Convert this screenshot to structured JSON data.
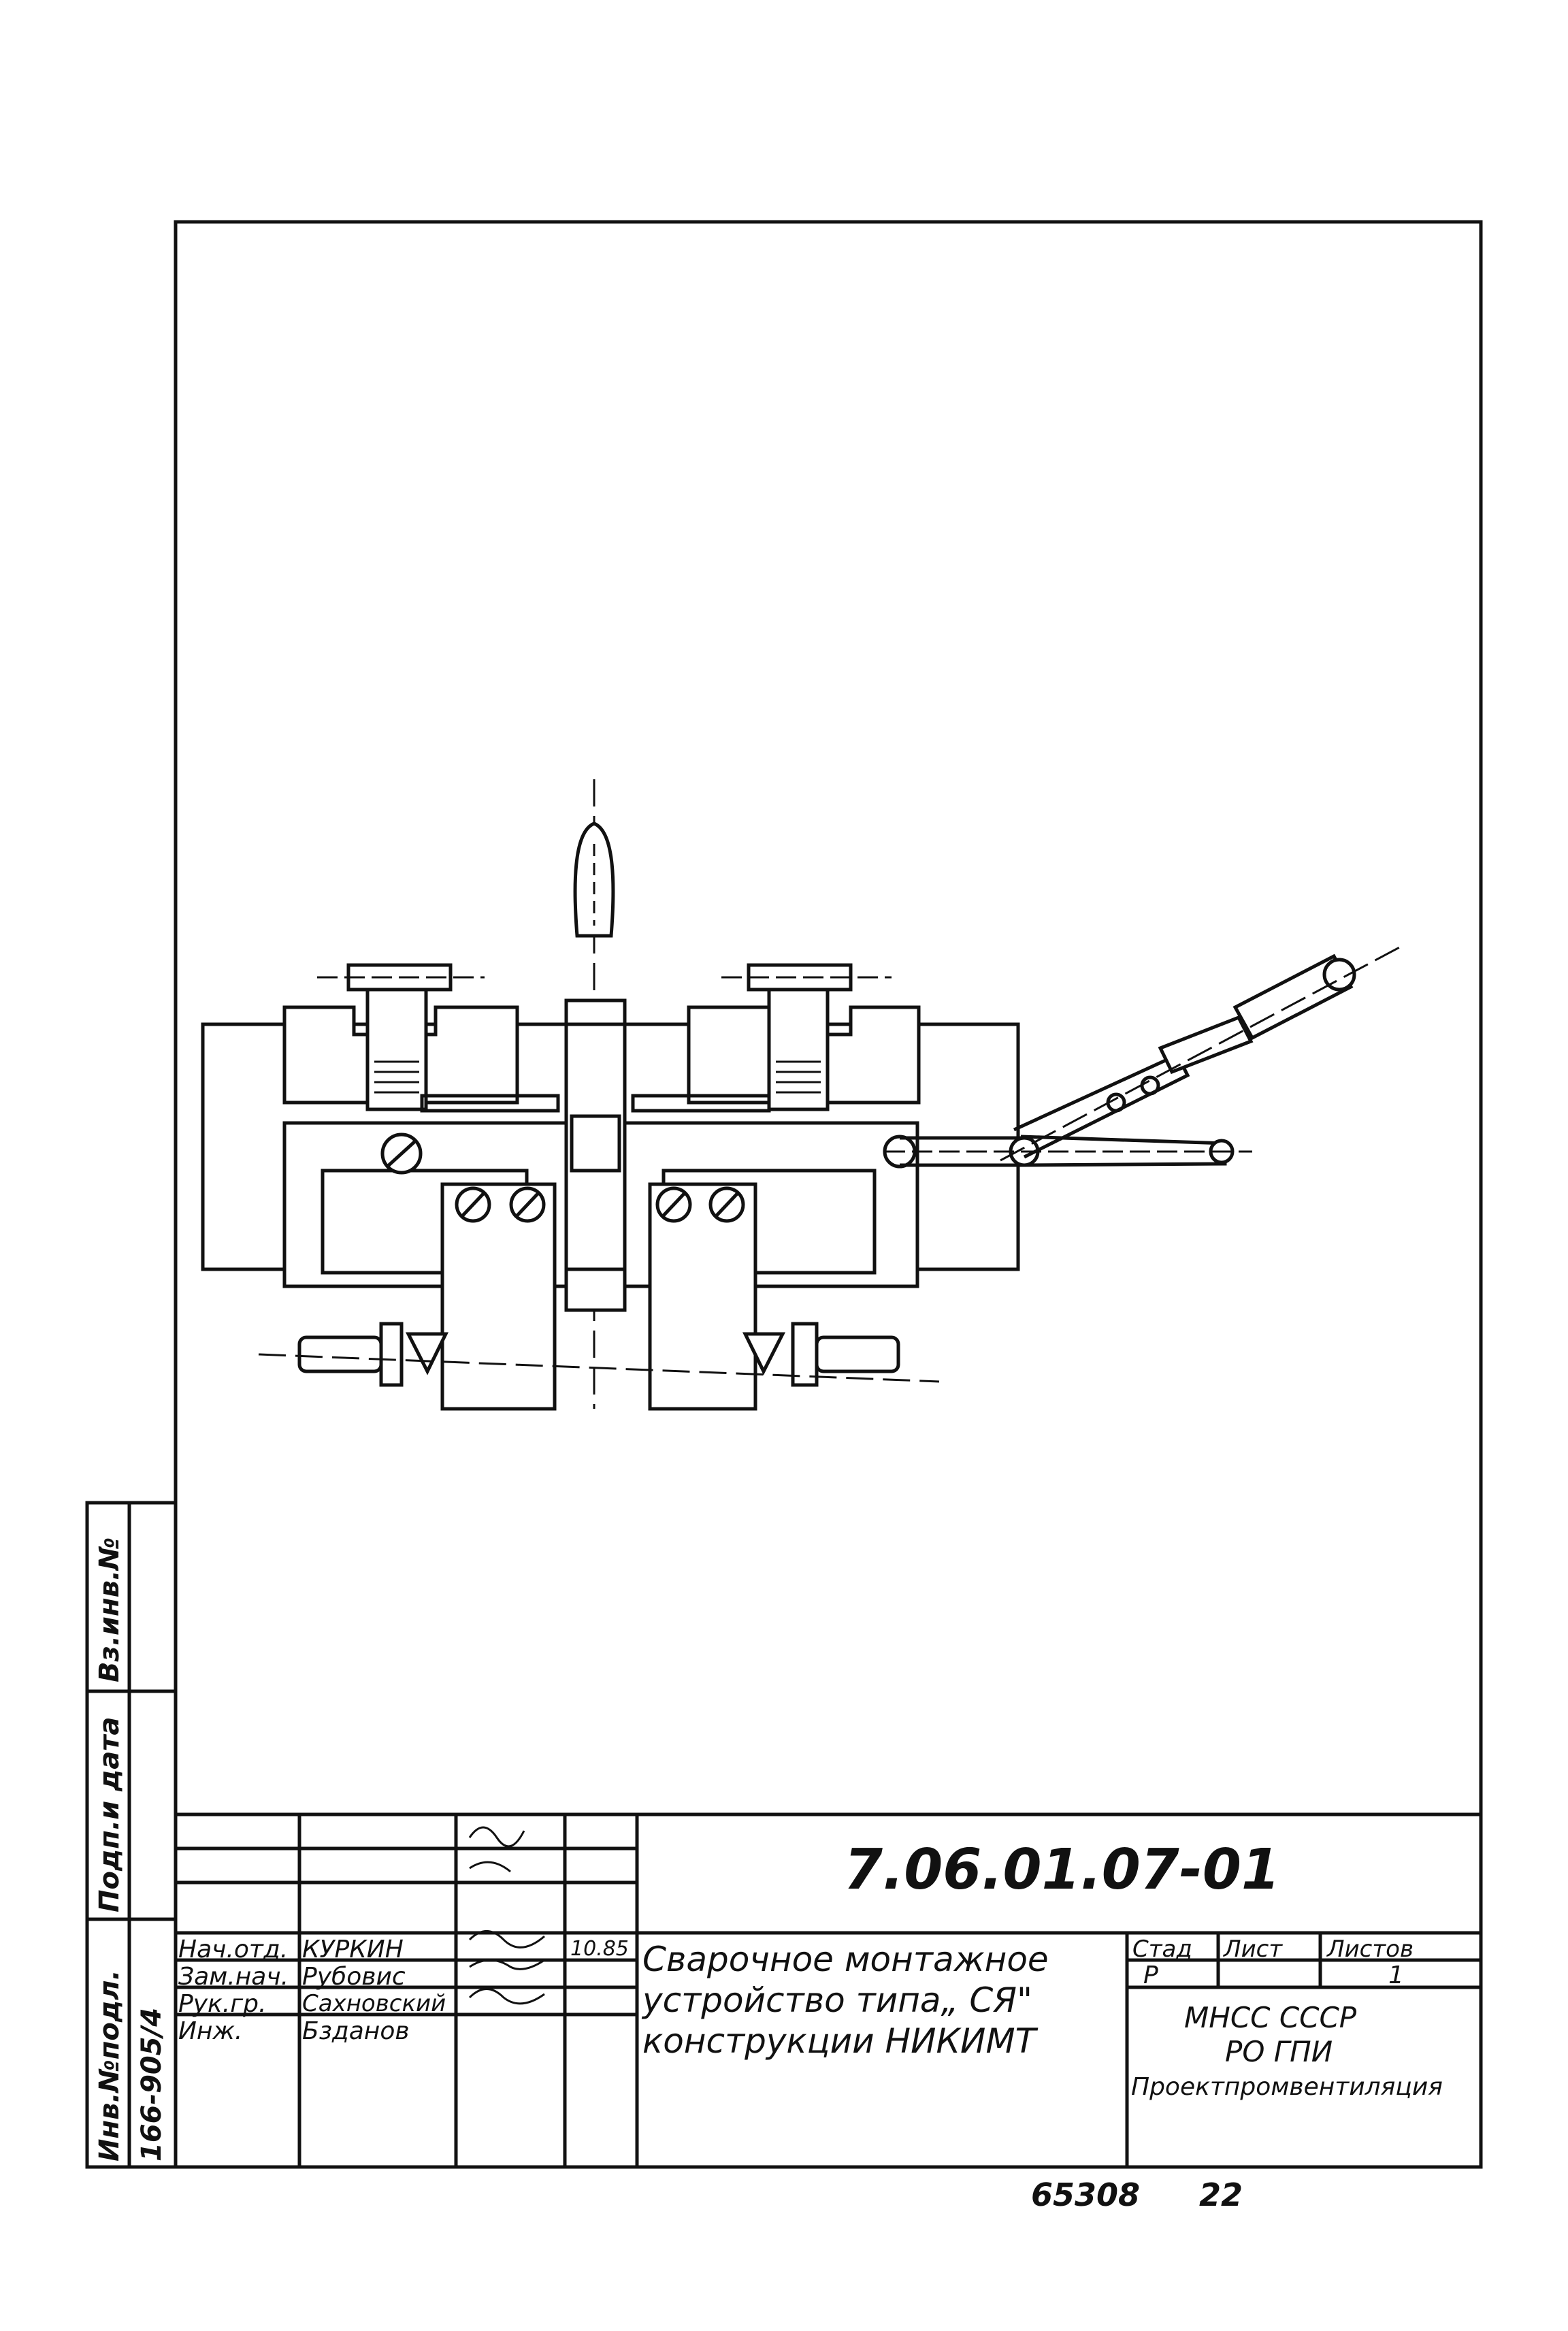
{
  "drawing": {
    "designation": "7.06.01.07-01",
    "title_lines": [
      "Сварочное монтажное",
      "устройство типа„ СЯ\"",
      "конструкции НИКИМТ"
    ],
    "date": "10.85"
  },
  "signatures": [
    {
      "role": "Нач.отд.",
      "name": "КУРКИН"
    },
    {
      "role": "Зам.нач.",
      "name": "Рубовис"
    },
    {
      "role": "Рук.гр.",
      "name": "Сахновский"
    },
    {
      "role": "Инж.",
      "name": "Бзданов"
    }
  ],
  "stage_block": {
    "headers": [
      "Стад",
      "Лист",
      "Листов"
    ],
    "values": [
      "Р",
      "",
      "1"
    ]
  },
  "organization": {
    "line1": "МНСС   СССР",
    "line2": "РО  ГПИ",
    "line3": "Проектпромвентиляция"
  },
  "side_stamp": {
    "inv_podl": "Инв.№подл.",
    "podp_data": "Подп.и дата",
    "vz_inv": "Вз.инв.№",
    "inv_number": "166-905/4"
  },
  "footer": {
    "archive_number": "65308",
    "sheet": "22"
  }
}
